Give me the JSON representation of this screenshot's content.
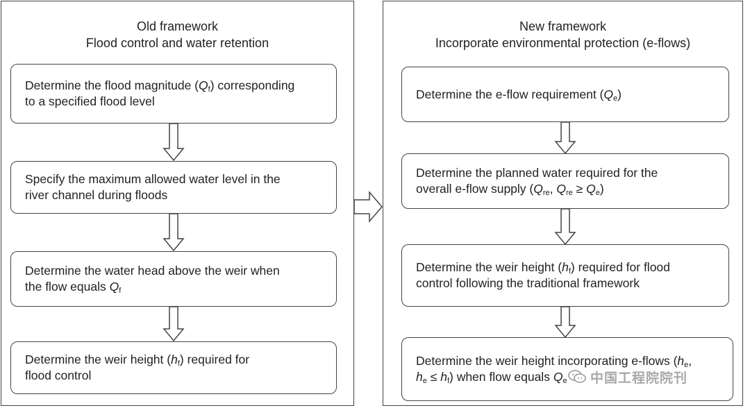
{
  "old_framework": {
    "title_line1": "Old framework",
    "title_line2": "Flood control and water retention",
    "steps": [
      [
        "Determine the flood magnitude (",
        {
          "i": "Q"
        },
        {
          "sub": "f"
        },
        ") corresponding",
        {
          "br": true
        },
        "to a specified flood level"
      ],
      [
        "Specify the maximum allowed water level in the",
        {
          "br": true
        },
        "river channel during floods"
      ],
      [
        "Determine the water head above the weir when",
        {
          "br": true
        },
        "the flow equals ",
        {
          "i": "Q"
        },
        {
          "sub": "f"
        }
      ],
      [
        "Determine the weir height (",
        {
          "i": "h"
        },
        {
          "sub": "f"
        },
        ") required for",
        {
          "br": true
        },
        "flood control"
      ]
    ]
  },
  "new_framework": {
    "title_line1": "New framework",
    "title_line2": "Incorporate environmental protection (e-flows)",
    "steps": [
      [
        "Determine the e-flow requirement (",
        {
          "i": "Q"
        },
        {
          "sub": "e"
        },
        ")"
      ],
      [
        "Determine the planned water required for the",
        {
          "br": true
        },
        "overall e-flow supply (",
        {
          "i": "Q"
        },
        {
          "sub": "re"
        },
        ", ",
        {
          "i": "Q"
        },
        {
          "sub": "re"
        },
        " ≥ ",
        {
          "i": "Q"
        },
        {
          "sub": "e"
        },
        ")"
      ],
      [
        "Determine the weir height (",
        {
          "i": "h"
        },
        {
          "sub": "f"
        },
        ") required for flood",
        {
          "br": true
        },
        "control following the traditional framework"
      ],
      [
        "Determine the weir height incorporating e-flows (",
        {
          "i": "h"
        },
        {
          "sub": "e"
        },
        ",",
        {
          "br": true
        },
        {
          "i": "h"
        },
        {
          "sub": "e"
        },
        " ≤ ",
        {
          "i": "h"
        },
        {
          "sub": "f"
        },
        ") when flow equals ",
        {
          "i": "Q"
        },
        {
          "sub": "e"
        }
      ]
    ]
  },
  "watermark": {
    "text": "中国工程院院刊",
    "icon": "wechat-icon"
  }
}
